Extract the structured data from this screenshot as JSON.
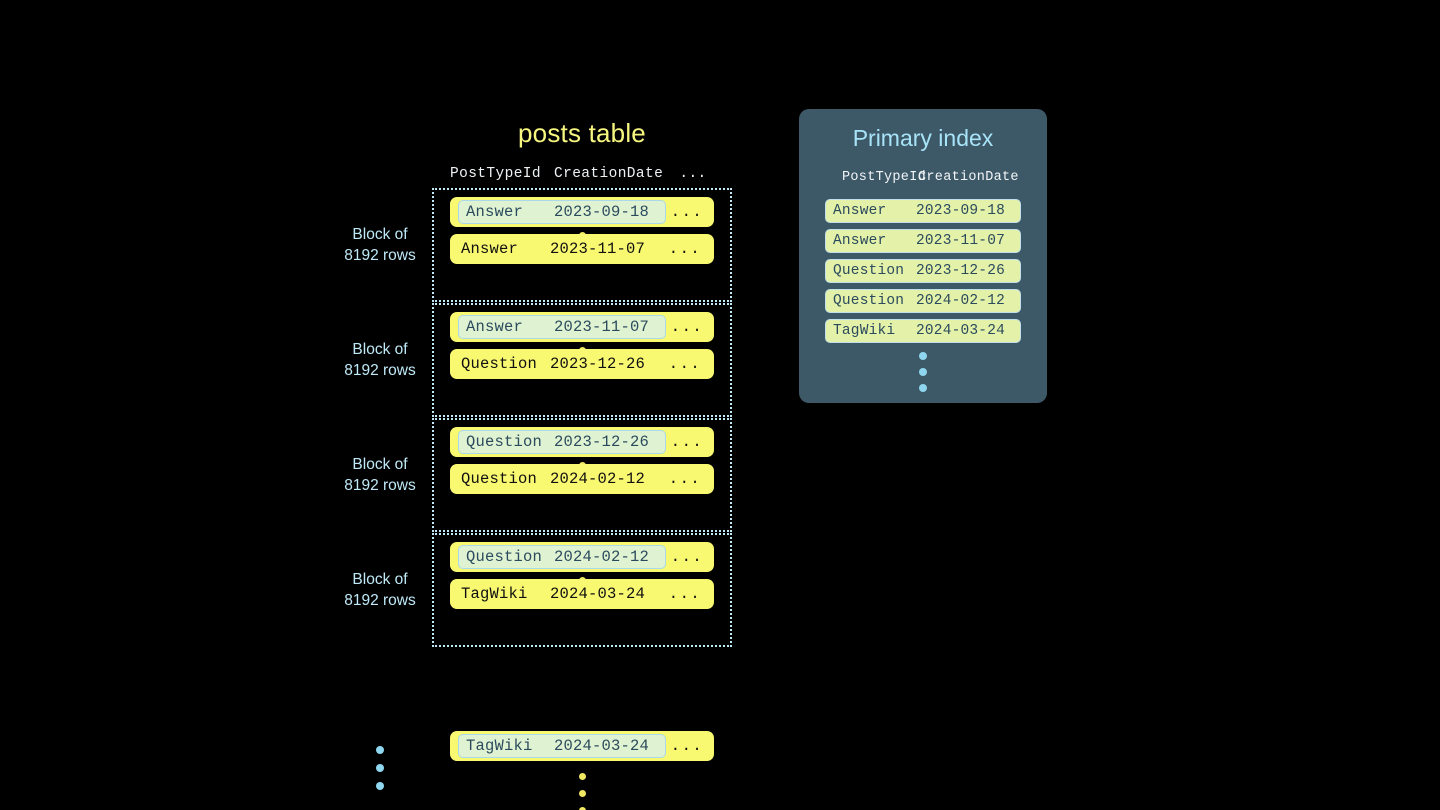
{
  "posts_table": {
    "title": "posts table",
    "columns": [
      "PostTypeId",
      "CreationDate",
      "..."
    ],
    "row_ellipsis": "...",
    "block_label_line1": "Block of",
    "block_label_line2": "8192 rows",
    "blocks": [
      {
        "label_line1": "Block of",
        "label_line2": "8192 rows",
        "first_row": {
          "type": "Answer",
          "date": "2023-09-18",
          "more": "...",
          "highlighted": true
        },
        "last_row": {
          "type": "Answer",
          "date": "2023-11-07",
          "more": "...",
          "highlighted": false
        }
      },
      {
        "label_line1": "Block of",
        "label_line2": "8192 rows",
        "first_row": {
          "type": "Answer",
          "date": "2023-11-07",
          "more": "...",
          "highlighted": true
        },
        "last_row": {
          "type": "Question",
          "date": "2023-12-26",
          "more": "...",
          "highlighted": false
        }
      },
      {
        "label_line1": "Block of",
        "label_line2": "8192 rows",
        "first_row": {
          "type": "Question",
          "date": "2023-12-26",
          "more": "...",
          "highlighted": true
        },
        "last_row": {
          "type": "Question",
          "date": "2024-02-12",
          "more": "...",
          "highlighted": false
        }
      },
      {
        "label_line1": "Block of",
        "label_line2": "8192 rows",
        "first_row": {
          "type": "Question",
          "date": "2024-02-12",
          "more": "...",
          "highlighted": true
        },
        "last_row": {
          "type": "TagWiki",
          "date": "2024-03-24",
          "more": "...",
          "highlighted": false
        }
      }
    ],
    "tail_row": {
      "type": "TagWiki",
      "date": "2024-03-24",
      "more": "...",
      "highlighted": true
    }
  },
  "primary_index": {
    "title": "Primary index",
    "columns": [
      "PostTypeId",
      "CreationDate"
    ],
    "rows": [
      {
        "type": "Answer",
        "date": "2023-09-18"
      },
      {
        "type": "Answer",
        "date": "2023-11-07"
      },
      {
        "type": "Question",
        "date": "2023-12-26"
      },
      {
        "type": "Question",
        "date": "2024-02-12"
      },
      {
        "type": "TagWiki",
        "date": "2024-03-24"
      }
    ]
  },
  "colors": {
    "background": "#000000",
    "row_yellow": "#f9f871",
    "highlight_green": "#dff3d3",
    "highlight_border": "#a9d9ea",
    "index_panel": "#3d5867",
    "index_row": "#e3f2a8",
    "accent_blue": "#8fd6ef",
    "title_yellow": "#f7f780",
    "title_blue": "#a8e4f7",
    "dot_yellow": "#f0e860"
  }
}
